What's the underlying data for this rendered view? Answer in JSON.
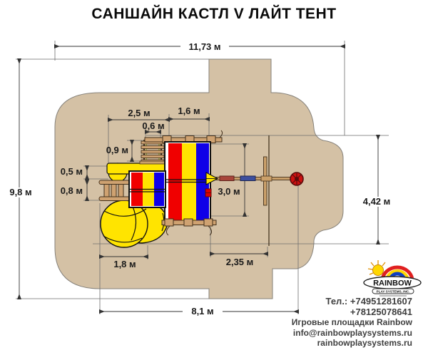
{
  "title": "САНШАЙН КАСТЛ V ЛАЙТ ТЕНТ",
  "dimensions": {
    "total_width": "11,73 м",
    "total_height": "9,8 м",
    "deck_to_tent": "2,5 м",
    "tent_width": "1,6 м",
    "climber_width": "0,6 м",
    "climber_depth": "0,9 м",
    "deck_depth": "0,5 м",
    "entry_ladder_depth": "0,8 м",
    "tent_depth": "3,0 м",
    "swing_zone_depth": "4,42 м",
    "slide_width": "1,8 м",
    "tent_to_swing": "2,35 м",
    "equipment_width": "8,1 м"
  },
  "contact": {
    "phone1": "Тел.: +74951281607",
    "phone2": "+78125078641",
    "company": "Игровые площадки Rainbow",
    "email": "info@rainbowplaysystems.ru",
    "site": "rainbowplaysystems.ru"
  },
  "logo": {
    "brand": "RAINBOW",
    "subtitle": "PLAY SYSTEMS, INC."
  },
  "colors": {
    "footprint_tan": "#d4c1a5",
    "equipment_red": "#f00000",
    "equipment_yellow": "#ffe400",
    "equipment_blue": "#1000e8",
    "wood": "#cfa271",
    "tire_red": "#cc1111"
  }
}
